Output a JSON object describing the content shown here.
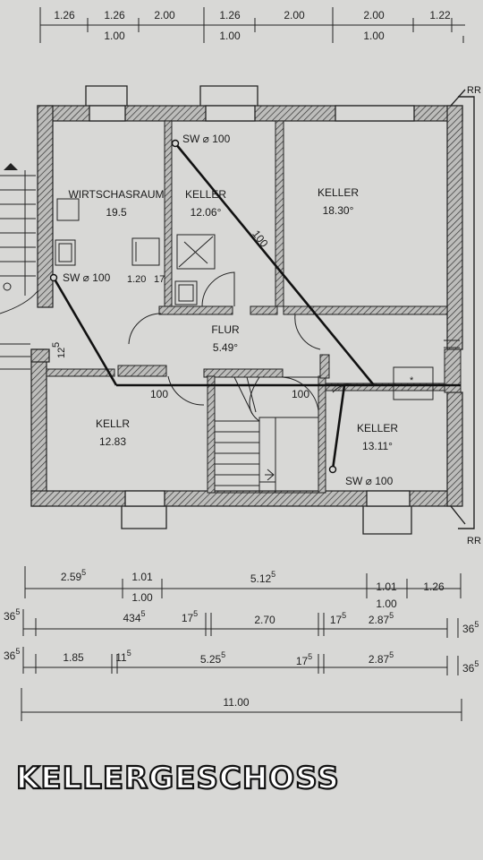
{
  "title": "KELLERGESCHOSS",
  "rooms": [
    {
      "name": "WIRTSCHASRAUM",
      "area": "19.5"
    },
    {
      "name": "KELLER",
      "area": "12.06°"
    },
    {
      "name": "KELLER",
      "area": "18.30°"
    },
    {
      "name": "FLUR",
      "area": "5.49°"
    },
    {
      "name": "KELLR",
      "area": "12.83"
    },
    {
      "name": "KELLER",
      "area": "13.11°"
    }
  ],
  "pipes": {
    "sw1": "SW ⌀ 100",
    "sw2": "SW ⌀ 100",
    "sw3": "SW ⌀ 100",
    "d100a": "100",
    "d100b": "100",
    "d100c": "100",
    "rr_top": "RR",
    "rr_bottom": "RR",
    "win_label": "1.20",
    "win_label2": "17",
    "step": "12",
    "step_sup": "5"
  },
  "top_dims": {
    "row1": [
      "1.26",
      "1.26",
      "2.00",
      "1.26",
      "2.00",
      "2.00",
      "1.22"
    ],
    "row2": [
      "1.00",
      "1.00",
      "1.00"
    ]
  },
  "bottom_dims": {
    "row1": [
      "2.59",
      "1.01",
      "5.12",
      "1.01",
      "1.26"
    ],
    "row1_sup": [
      "5",
      "5"
    ],
    "row1b": [
      "1.00",
      "1.00"
    ],
    "row2": [
      "36",
      "434",
      "17",
      "2.70",
      "17",
      "2.87",
      "36"
    ],
    "row3": [
      "36",
      "1.85",
      "11",
      "5.25",
      "17",
      "2.87",
      "36"
    ],
    "sup5": "5",
    "total": "11.00"
  },
  "colors": {
    "paper": "#d8d8d6",
    "ink": "#1a1a1a",
    "wall": "#6a6a6a"
  }
}
